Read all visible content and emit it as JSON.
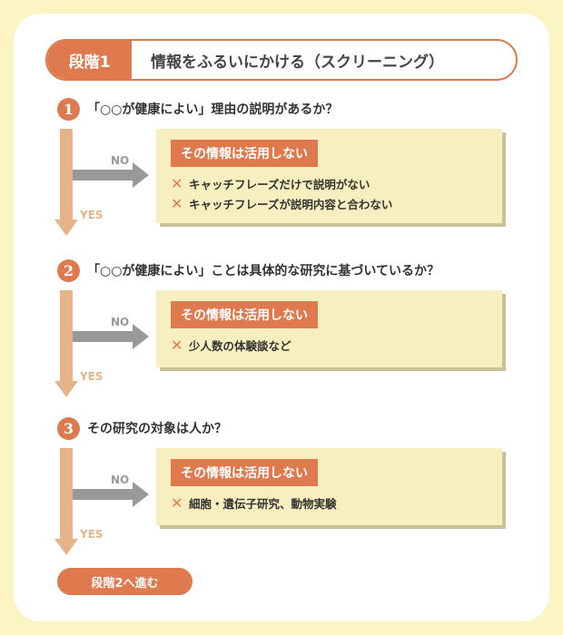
{
  "header": {
    "stage": "段階1",
    "title": "情報をふるいにかける（スクリーニング）"
  },
  "labels": {
    "no": "NO",
    "yes": "YES",
    "reject": "その情報は活用しない",
    "cross": "✕"
  },
  "steps": [
    {
      "num": "1",
      "question": "「○○が健康によい」理由の説明があるか？",
      "reasons": [
        "キャッチフレーズだけで説明がない",
        "キャッチフレーズが説明内容と合わない"
      ]
    },
    {
      "num": "2",
      "question": "「○○が健康によい」ことは具体的な研究に基づいているか？",
      "reasons": [
        "少人数の体験談など"
      ]
    },
    {
      "num": "3",
      "question": "その研究の対象は人か？",
      "reasons": [
        "細胞・遺伝子研究、動物実験"
      ]
    }
  ],
  "final": "段階2へ進む"
}
